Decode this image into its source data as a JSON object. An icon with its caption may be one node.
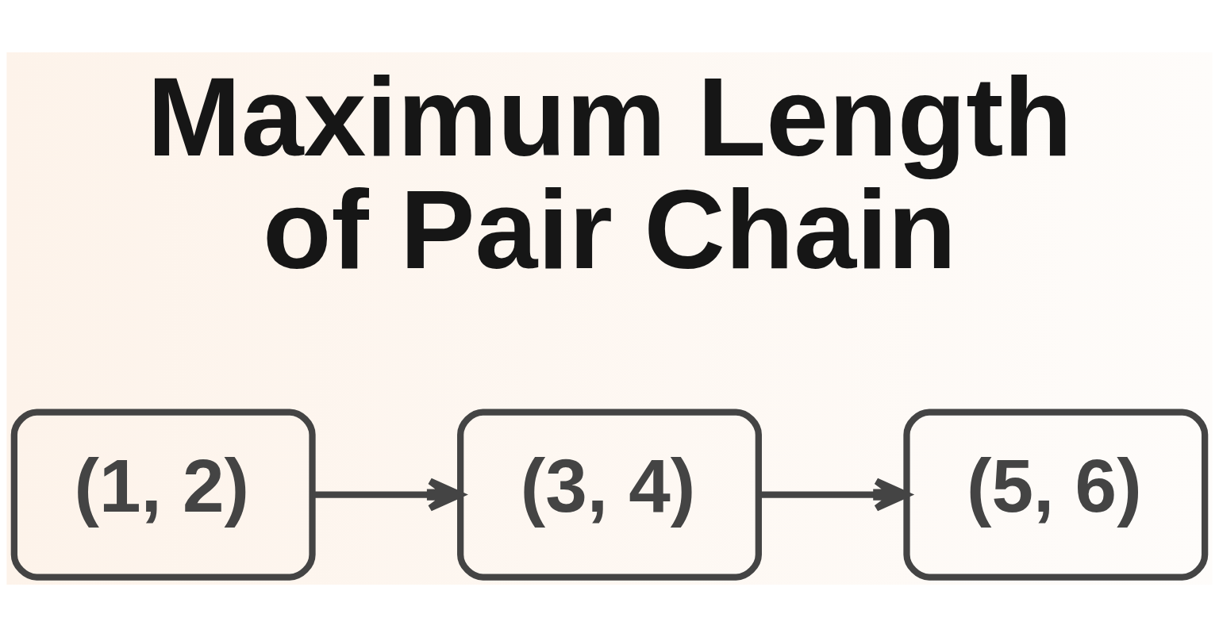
{
  "diagram": {
    "title": "Maximum Length of Pair Chain",
    "nodes": [
      {
        "text": [
          "(1, 2)"
        ]
      },
      {
        "text": [
          "(3, 4)"
        ]
      },
      {
        "text": [
          "(5, 6)"
        ]
      }
    ],
    "edges": [
      {
        "from": 0,
        "to": 1,
        "arrow": "to"
      },
      {
        "from": 1,
        "to": 2,
        "arrow": "to"
      }
    ]
  }
}
